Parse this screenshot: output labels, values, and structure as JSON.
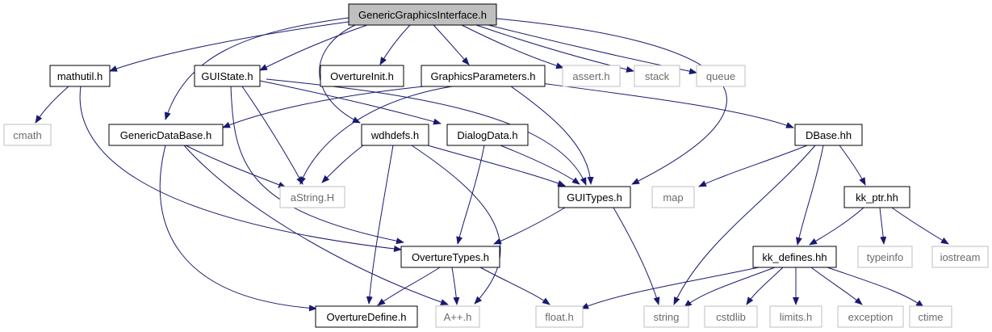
{
  "colors": {
    "edge": "#191970",
    "real_border": "#000000",
    "ext_border": "#bfbfbf",
    "root_fill": "#bfbfbf",
    "real_text": "#000000",
    "ext_text": "#6b6b6b"
  },
  "nodes": {
    "root": "GenericGraphicsInterface.h",
    "mathutil": "mathutil.h",
    "guistate": "GUIState.h",
    "overtureinit": "OvertureInit.h",
    "graphicsparams": "GraphicsParameters.h",
    "assert": "assert.h",
    "stack": "stack",
    "queue": "queue",
    "cmath": "cmath",
    "genericdatabase": "GenericDataBase.h",
    "wdhdefs": "wdhdefs.h",
    "dialogdata": "DialogData.h",
    "dbase": "DBase.hh",
    "astring": "aString.H",
    "guitypes": "GUITypes.h",
    "map": "map",
    "kkptr": "kk_ptr.hh",
    "overturetypes": "OvertureTypes.h",
    "typeinfo": "typeinfo",
    "iostream": "iostream",
    "kkdefines": "kk_defines.hh",
    "overturedefine": "OvertureDefine.h",
    "aplusplus": "A++.h",
    "float": "float.h",
    "string": "string",
    "cstdlib": "cstdlib",
    "limits": "limits.h",
    "exception": "exception",
    "ctime": "ctime"
  }
}
